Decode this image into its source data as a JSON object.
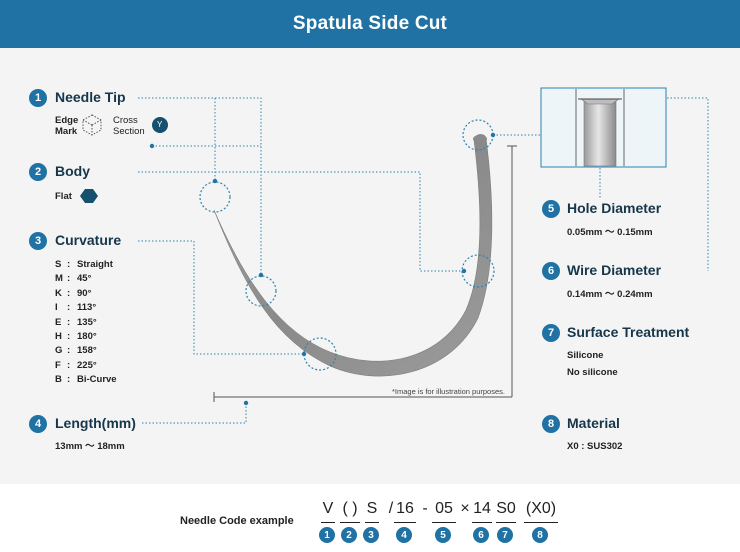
{
  "title": "Spatula Side Cut",
  "sections": {
    "needle_tip": {
      "num": "1",
      "title": "Needle Tip",
      "edge_mark_line1": "Edge",
      "edge_mark_line2": "Mark",
      "cross_section_line1": "Cross",
      "cross_section_line2": "Section",
      "cross_symbol": "Y"
    },
    "body": {
      "num": "2",
      "title": "Body",
      "label": "Flat"
    },
    "curvature": {
      "num": "3",
      "title": "Curvature",
      "items": [
        {
          "code": "S",
          "value": "Straight"
        },
        {
          "code": "M",
          "value": "45°"
        },
        {
          "code": "K",
          "value": "90°"
        },
        {
          "code": "I",
          "value": "113°"
        },
        {
          "code": "E",
          "value": "135°"
        },
        {
          "code": "H",
          "value": "180°"
        },
        {
          "code": "G",
          "value": "158°"
        },
        {
          "code": "F",
          "value": "225°"
        },
        {
          "code": "B",
          "value": "Bi-Curve"
        }
      ],
      "separator": ":"
    },
    "length": {
      "num": "4",
      "title": "Length(mm)",
      "range": "13mm ～ 18mm"
    },
    "hole_diameter": {
      "num": "5",
      "title": "Hole Diameter",
      "range": "0.05mm ～ 0.15mm"
    },
    "wire_diameter": {
      "num": "6",
      "title": "Wire Diameter",
      "range": "0.14mm ～ 0.24mm"
    },
    "surface_treatment": {
      "num": "7",
      "title": "Surface Treatment",
      "option1": "Silicone",
      "option2": "No silicone"
    },
    "material": {
      "num": "8",
      "title": "Material",
      "value": "X0 : SUS302"
    }
  },
  "note": "*Image is for illustration purposes.",
  "needle_code": {
    "label": "Needle Code example",
    "parts": [
      {
        "text": "V",
        "num": "1",
        "underline": true
      },
      {
        "text": "( )",
        "num": "2",
        "underline": true
      },
      {
        "text": "S",
        "num": "3",
        "underline": true
      },
      {
        "text": "/",
        "num": "",
        "underline": false
      },
      {
        "text": "16",
        "num": "4",
        "underline": true
      },
      {
        "text": "-",
        "num": "",
        "underline": false
      },
      {
        "text": "05",
        "num": "5",
        "underline": true
      },
      {
        "text": "×",
        "num": "",
        "underline": false
      },
      {
        "text": "14",
        "num": "6",
        "underline": true
      },
      {
        "text": "S0",
        "num": "7",
        "underline": true
      },
      {
        "text": "(X0)",
        "num": "8",
        "underline": true
      }
    ]
  },
  "colors": {
    "accent": "#1f72a3",
    "dark_text": "#16364a",
    "needle": "#8f8f8f",
    "dotted": "#2a84b0"
  }
}
